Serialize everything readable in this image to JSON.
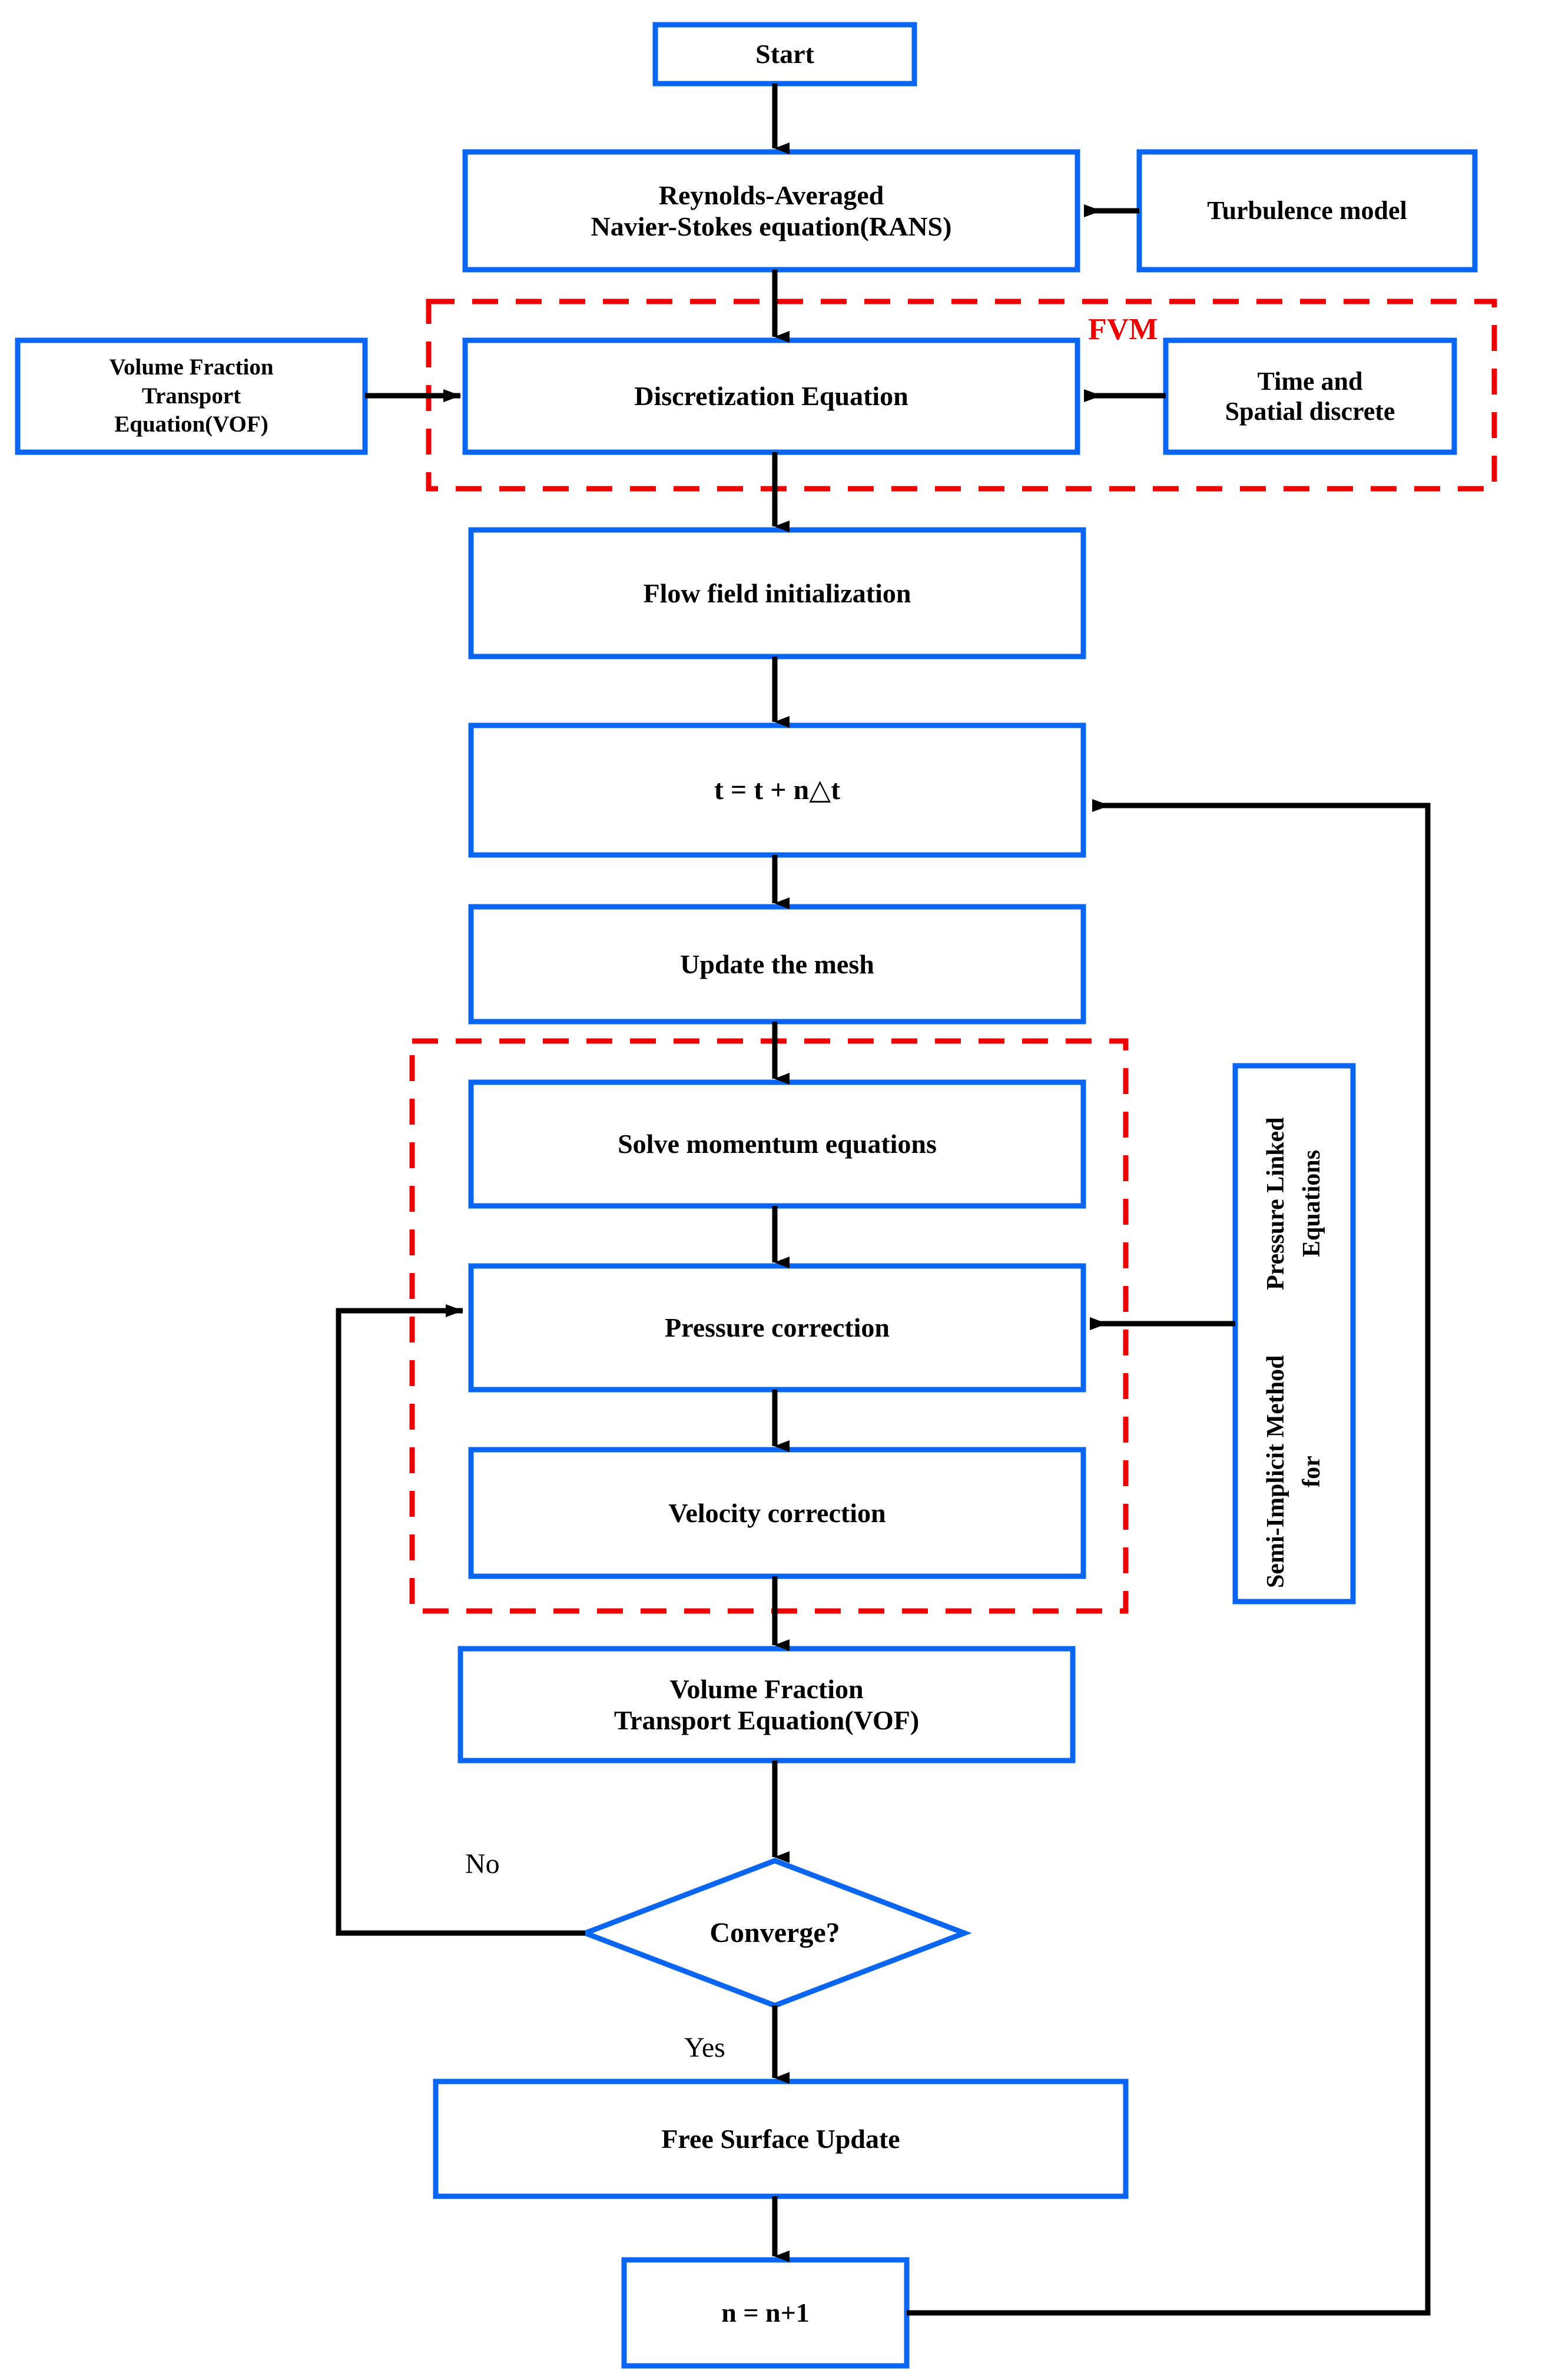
{
  "diagram": {
    "title": "CFD numerical simulation flowchart",
    "colors": {
      "node_border": "#0a66f0",
      "group_border": "#ee0000",
      "group_label": "#ee0000",
      "connector": "#000000",
      "background": "#ffffff",
      "text": "#000000"
    },
    "groups": [
      {
        "id": "fvm",
        "label": "FVM"
      },
      {
        "id": "simple",
        "label": ""
      }
    ],
    "nodes": [
      {
        "id": "start",
        "shape": "rect",
        "lines": [
          "Start"
        ]
      },
      {
        "id": "rans",
        "shape": "rect",
        "lines": [
          "Reynolds-Averaged",
          "Navier-Stokes equation(RANS)"
        ]
      },
      {
        "id": "turbulence",
        "shape": "rect",
        "lines": [
          "Turbulence model"
        ]
      },
      {
        "id": "vof_in",
        "shape": "rect",
        "lines": [
          "Volume Fraction",
          "Transport",
          "Equation(VOF)"
        ]
      },
      {
        "id": "discret",
        "shape": "rect",
        "lines": [
          "Discretization Equation"
        ]
      },
      {
        "id": "timespace",
        "shape": "rect",
        "lines": [
          "Time  and",
          "Spatial discrete"
        ]
      },
      {
        "id": "init",
        "shape": "rect",
        "lines": [
          "Flow field initialization"
        ]
      },
      {
        "id": "timestep",
        "shape": "rect",
        "lines": [
          "t = t + n△t"
        ]
      },
      {
        "id": "mesh",
        "shape": "rect",
        "lines": [
          "Update the mesh"
        ]
      },
      {
        "id": "momentum",
        "shape": "rect",
        "lines": [
          "Solve momentum equations"
        ]
      },
      {
        "id": "pressure",
        "shape": "rect",
        "lines": [
          "Pressure correction"
        ]
      },
      {
        "id": "velocity",
        "shape": "rect",
        "lines": [
          "Velocity correction"
        ]
      },
      {
        "id": "simple_box",
        "shape": "rect",
        "lines": [
          "Semi-Implicit Method for",
          "Pressure Linked Equations"
        ],
        "orientation": "vertical"
      },
      {
        "id": "vof_out",
        "shape": "rect",
        "lines": [
          "Volume Fraction",
          "Transport Equation(VOF)"
        ]
      },
      {
        "id": "converge",
        "shape": "diamond",
        "lines": [
          "Converge?"
        ]
      },
      {
        "id": "freesurf",
        "shape": "rect",
        "lines": [
          "Free Surface Update"
        ]
      },
      {
        "id": "increment",
        "shape": "rect",
        "lines": [
          "n = n+1"
        ]
      }
    ],
    "edge_labels": [
      {
        "id": "no",
        "text": "No"
      },
      {
        "id": "yes",
        "text": "Yes"
      }
    ]
  }
}
